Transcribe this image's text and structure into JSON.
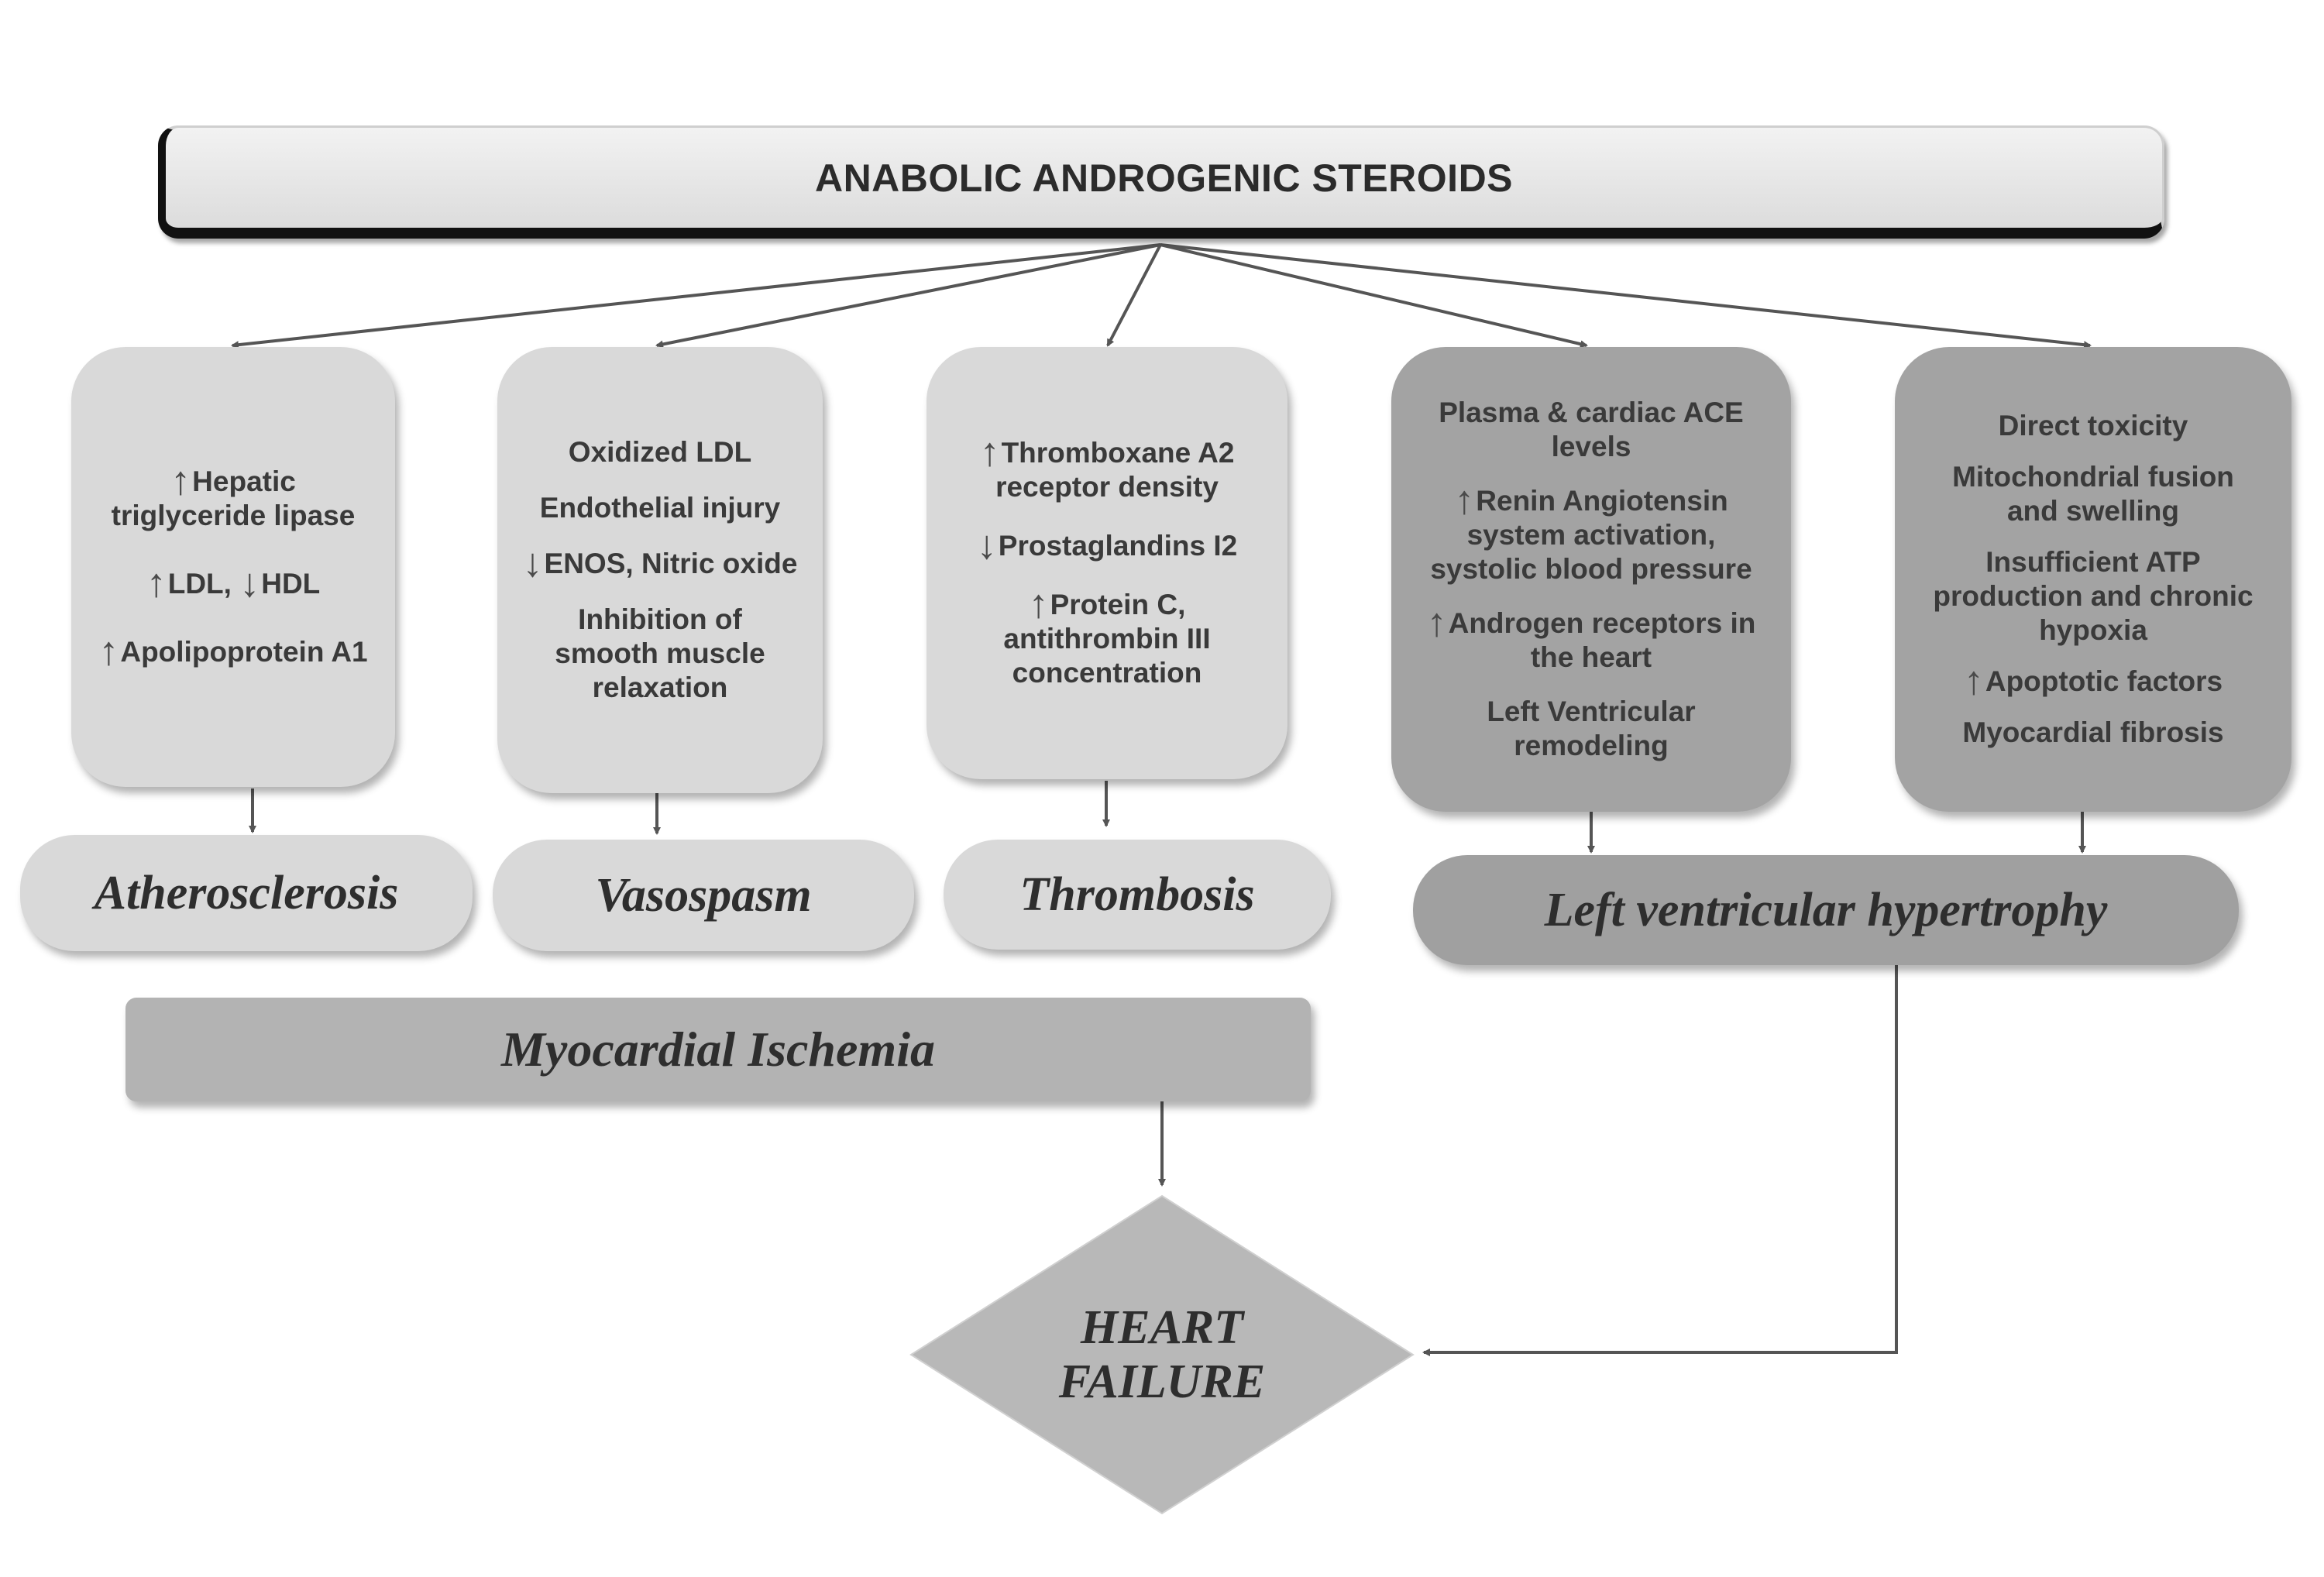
{
  "top": {
    "title": "ANABOLIC ANDROGENIC STEROIDS"
  },
  "mechanisms": [
    {
      "items": [
        {
          "arrow": "↑",
          "text": "Hepatic\ntriglyceride lipase"
        },
        {
          "arrow": "↑",
          "text": "LDL, ",
          "arrow2": "↓",
          "text2": "HDL"
        },
        {
          "arrow": "↑",
          "text": "Apolipoprotein A1"
        }
      ]
    },
    {
      "items": [
        {
          "arrow": "",
          "text": "Oxidized LDL"
        },
        {
          "arrow": "",
          "text": "Endothelial injury"
        },
        {
          "arrow": "↓",
          "text": "ENOS, Nitric oxide"
        },
        {
          "arrow": "",
          "text": "Inhibition of\nsmooth muscle\nrelaxation"
        }
      ]
    },
    {
      "items": [
        {
          "arrow": "↑",
          "text": "Thromboxane A2\nreceptor density"
        },
        {
          "arrow": "↓",
          "text": "Prostaglandins I2"
        },
        {
          "arrow": "↑",
          "text": "Protein C,\nantithrombin III\nconcentration"
        }
      ]
    },
    {
      "items": [
        {
          "arrow": "",
          "text": "Plasma & cardiac ACE\nlevels"
        },
        {
          "arrow": "↑",
          "text": "Renin Angiotensin\nsystem activation,\nsystolic blood pressure"
        },
        {
          "arrow": "↑",
          "text": "Androgen receptors in\nthe heart"
        },
        {
          "arrow": "",
          "text": "Left Ventricular\nremodeling"
        }
      ]
    },
    {
      "items": [
        {
          "arrow": "",
          "text": "Direct toxicity"
        },
        {
          "arrow": "",
          "text": "Mitochondrial fusion\nand swelling"
        },
        {
          "arrow": "",
          "text": "Insufficient ATP\nproduction and chronic\nhypoxia"
        },
        {
          "arrow": "↑",
          "text": "Apoptotic factors"
        },
        {
          "arrow": "",
          "text": "Myocardial fibrosis"
        }
      ]
    }
  ],
  "outcomes": {
    "atherosclerosis": "Atherosclerosis",
    "vasospasm": "Vasospasm",
    "thrombosis": "Thrombosis",
    "lvh": "Left ventricular hypertrophy"
  },
  "ischemia": {
    "label": "Myocardial Ischemia"
  },
  "heart_failure": {
    "line1": "HEART",
    "line2": "FAILURE"
  },
  "colors": {
    "light_box": "#d9d9d9",
    "dark_box": "#a3a3a3",
    "arrow": "#555555",
    "banner_border": "#111111"
  }
}
